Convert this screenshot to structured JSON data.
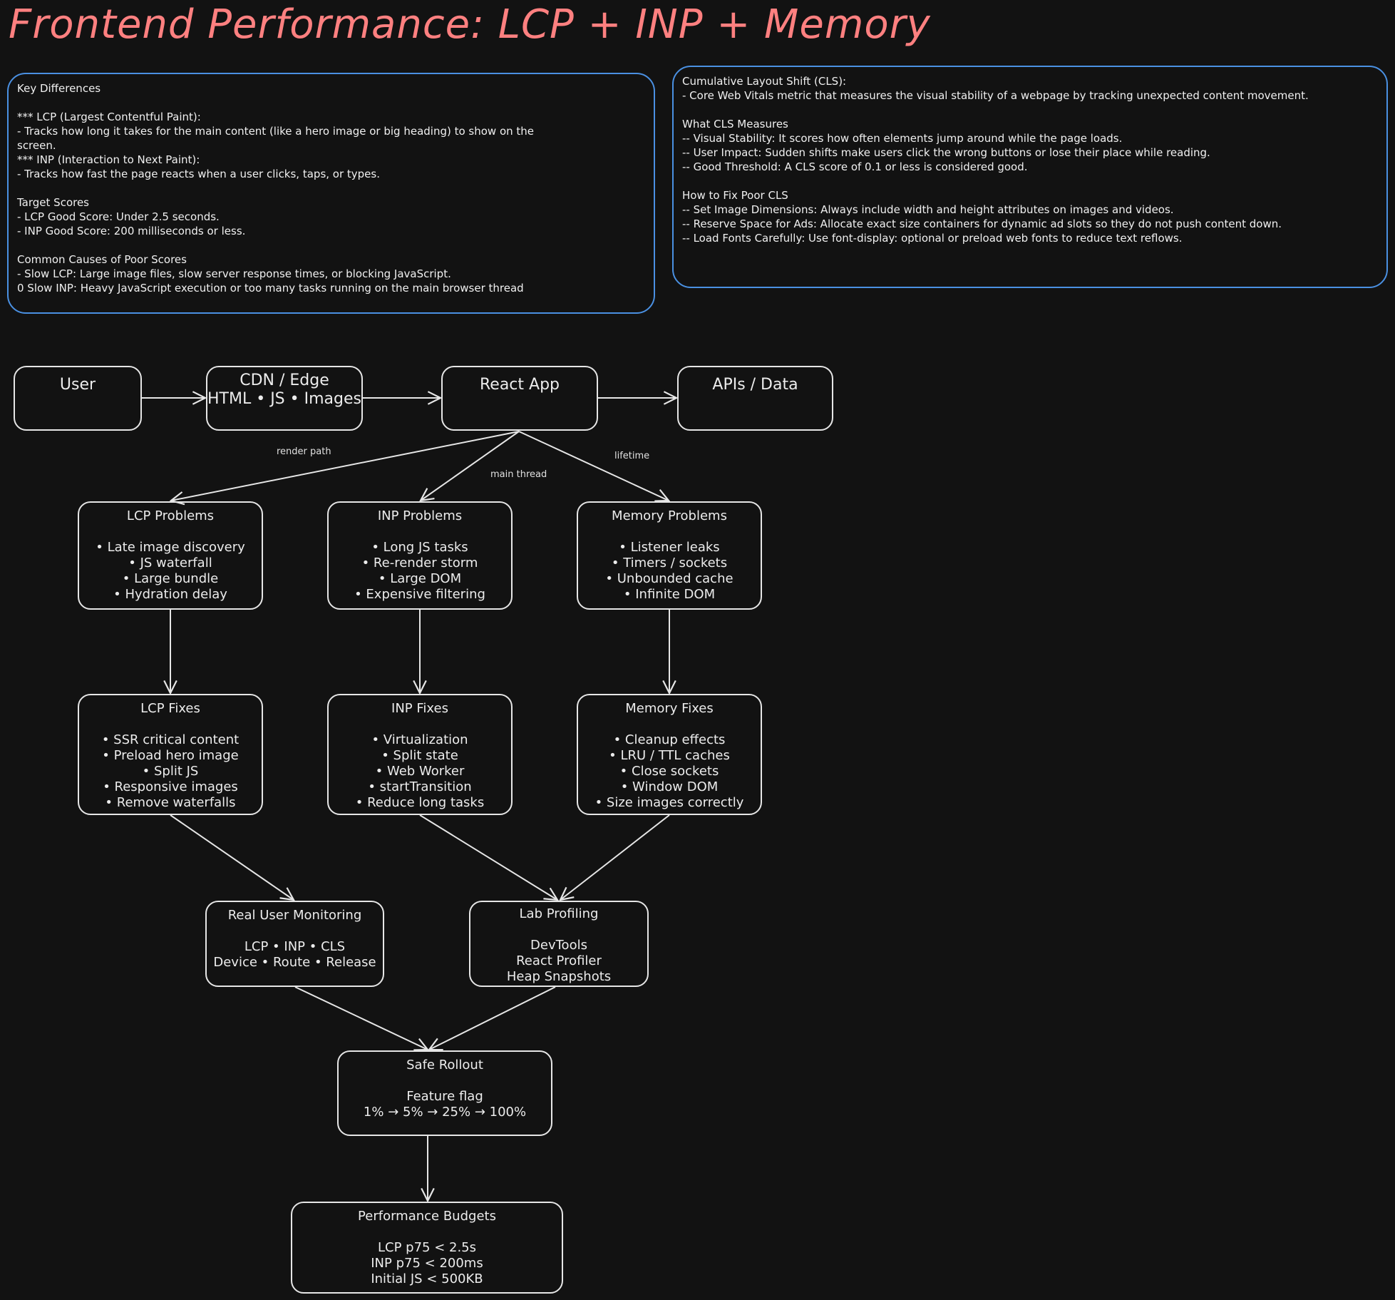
{
  "title": "Frontend Performance: LCP + INP + Memory",
  "note_left": {
    "lines": [
      "Key Differences",
      "",
      "*** LCP (Largest Contentful Paint):",
      "- Tracks how long it takes for the main content (like a hero image or big heading) to show on the",
      "screen.",
      "*** INP (Interaction to Next Paint):",
      "- Tracks how fast the page reacts when a user clicks, taps, or types.",
      "",
      "Target Scores",
      "- LCP Good Score: Under 2.5 seconds.",
      "- INP Good Score: 200 milliseconds or less.",
      "",
      "Common Causes of Poor Scores",
      "- Slow LCP: Large image files, slow server response times, or blocking JavaScript.",
      "0 Slow INP: Heavy JavaScript execution or too many tasks running on the main browser thread"
    ]
  },
  "note_right": {
    "lines": [
      "Cumulative Layout Shift (CLS):",
      "- Core Web Vitals metric that measures the visual stability of a webpage by tracking unexpected content movement.",
      "",
      "What CLS Measures",
      "-- Visual Stability: It scores how often elements jump around while the page loads.",
      "-- User Impact: Sudden shifts make users click the wrong buttons or lose their place while reading.",
      "-- Good Threshold: A CLS score of 0.1 or less is considered good.",
      "",
      "How to Fix Poor CLS",
      "-- Set Image Dimensions: Always include width and height attributes on images and videos.",
      "-- Reserve Space for Ads: Allocate exact size containers for dynamic ad slots so they do not push content down.",
      "-- Load Fonts Carefully: Use font-display: optional or preload web fonts to reduce text reflows."
    ]
  },
  "nodes": {
    "user": {
      "title": "User",
      "lines": []
    },
    "cdn": {
      "title": "CDN / Edge",
      "lines": [
        "HTML • JS • Images"
      ]
    },
    "react": {
      "title": "React App",
      "lines": []
    },
    "apis": {
      "title": "APIs / Data",
      "lines": []
    },
    "lcp_problems": {
      "title": "LCP Problems",
      "lines": [
        "",
        "• Late image discovery",
        "• JS waterfall",
        "• Large bundle",
        "• Hydration delay"
      ]
    },
    "inp_problems": {
      "title": "INP Problems",
      "lines": [
        "",
        "• Long JS tasks",
        "• Re-render storm",
        "• Large DOM",
        "• Expensive filtering"
      ]
    },
    "memory_problems": {
      "title": "Memory Problems",
      "lines": [
        "",
        "• Listener leaks",
        "• Timers / sockets",
        "• Unbounded cache",
        "• Infinite DOM"
      ]
    },
    "lcp_fixes": {
      "title": "LCP Fixes",
      "lines": [
        "",
        "• SSR critical content",
        "• Preload hero image",
        "• Split JS",
        "• Responsive images",
        "• Remove waterfalls"
      ]
    },
    "inp_fixes": {
      "title": "INP Fixes",
      "lines": [
        "",
        "• Virtualization",
        "• Split state",
        "• Web Worker",
        "• startTransition",
        "• Reduce long tasks"
      ]
    },
    "memory_fixes": {
      "title": "Memory Fixes",
      "lines": [
        "",
        "• Cleanup effects",
        "• LRU / TTL caches",
        "• Close sockets",
        "• Window DOM",
        "• Size images correctly"
      ]
    },
    "rum": {
      "title": "Real User Monitoring",
      "lines": [
        "",
        "LCP • INP • CLS",
        "Device • Route • Release"
      ]
    },
    "lab": {
      "title": "Lab Profiling",
      "lines": [
        "",
        "DevTools",
        "React Profiler",
        "Heap Snapshots"
      ]
    },
    "rollout": {
      "title": "Safe Rollout",
      "lines": [
        "",
        "Feature flag",
        "1% → 5% → 25% → 100%"
      ]
    },
    "budgets": {
      "title": "Performance Budgets",
      "lines": [
        "",
        "LCP p75 < 2.5s",
        "INP p75 < 200ms",
        "Initial JS < 500KB"
      ]
    }
  },
  "edge_labels": {
    "render_path": "render path",
    "main_thread": "main thread",
    "lifetime": "lifetime"
  }
}
